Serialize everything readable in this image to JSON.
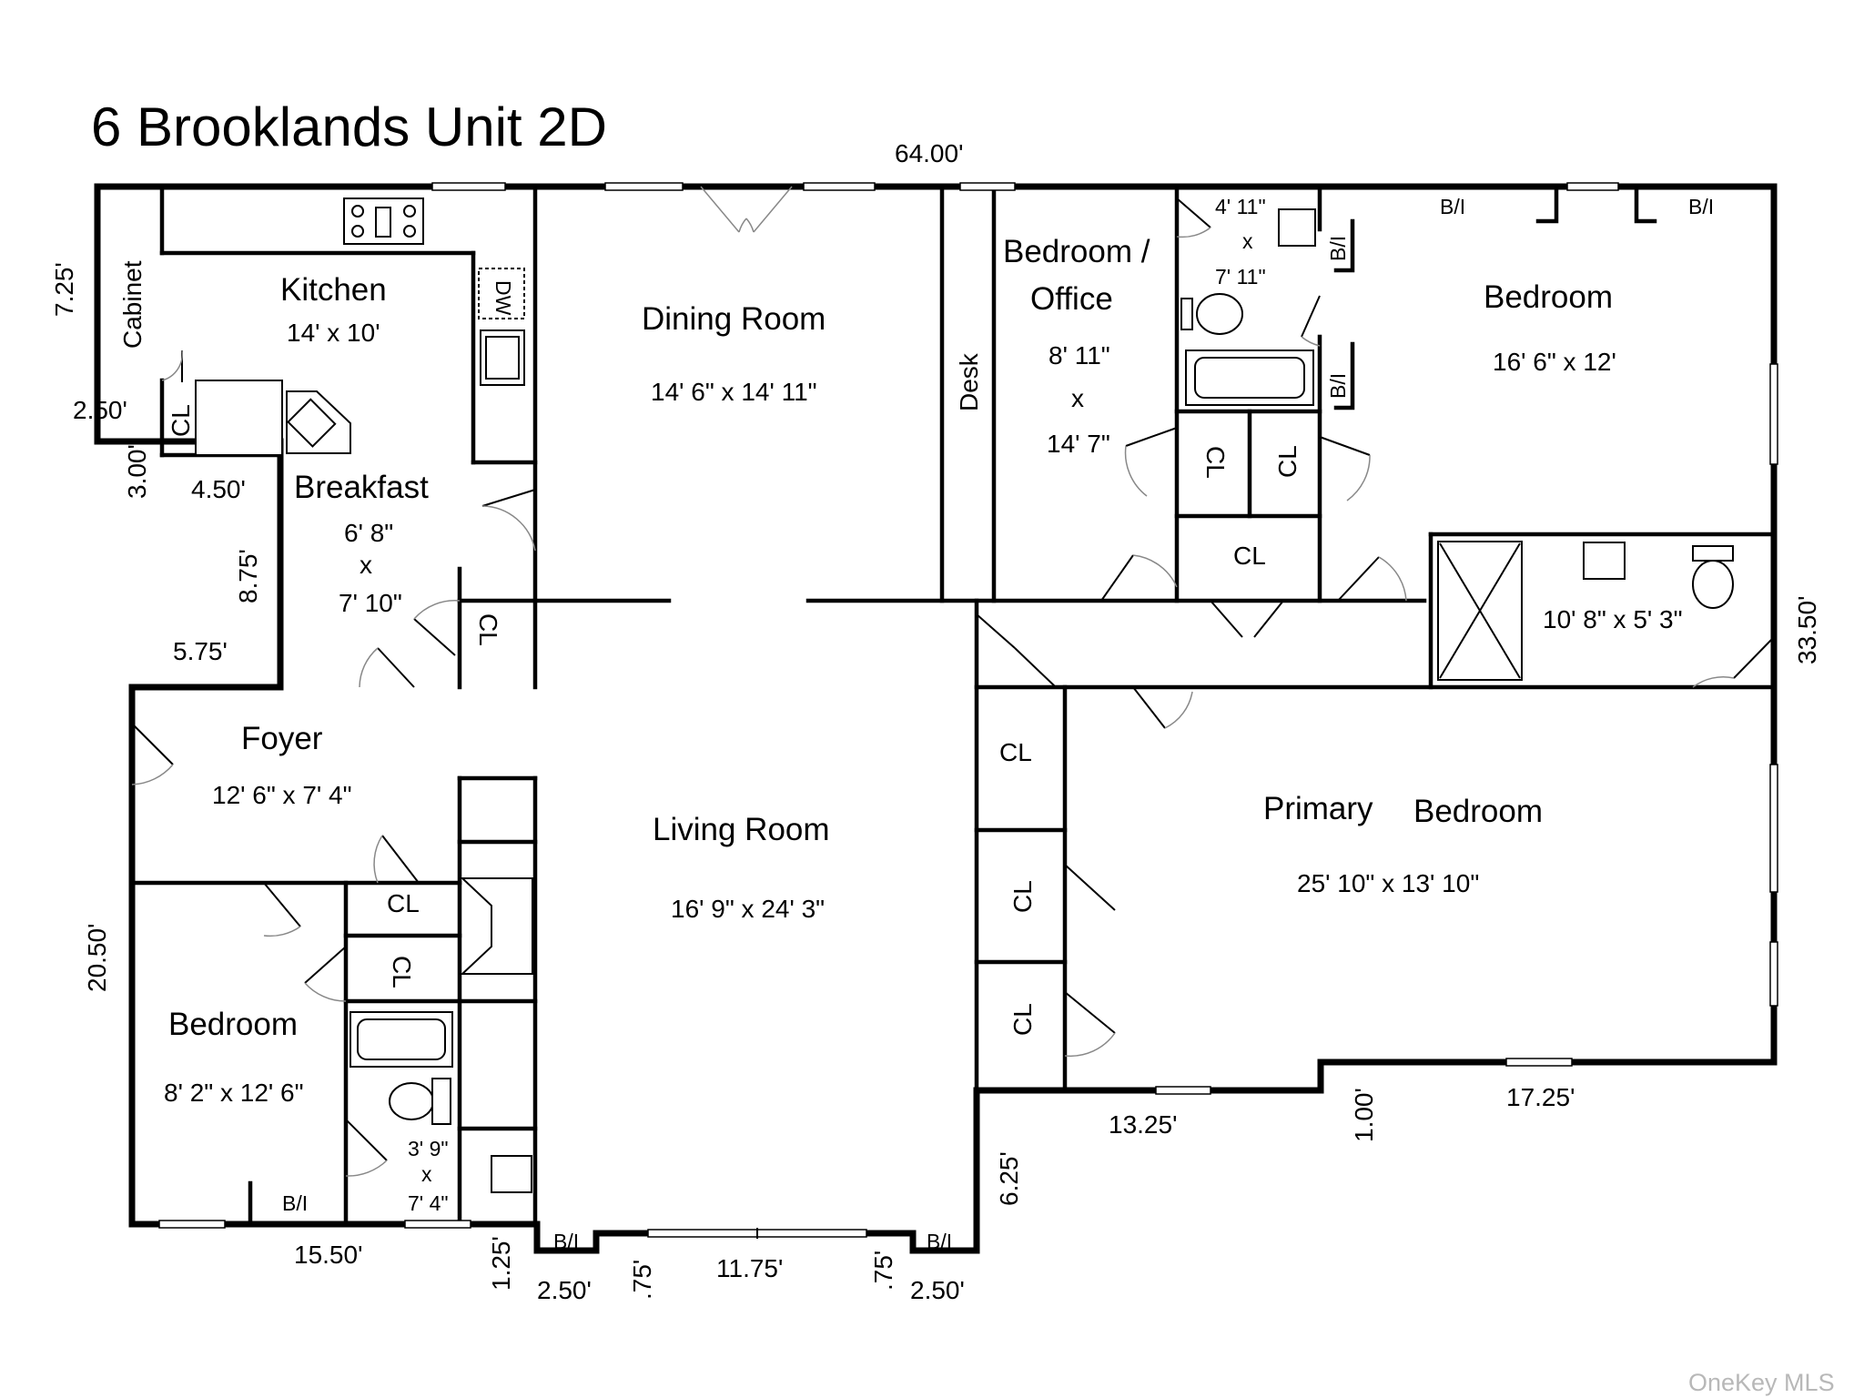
{
  "title": "6 Brooklands Unit 2D",
  "watermark": "OneKey MLS",
  "rooms": {
    "kitchen": {
      "name": "Kitchen",
      "size": "14' x 10'"
    },
    "dining": {
      "name": "Dining Room",
      "size": "14' 6\" x 14' 11\""
    },
    "office": {
      "name_line1": "Bedroom /",
      "name_line2": "Office",
      "size_line1": "8' 11\"",
      "size_x": "x",
      "size_line2": "14' 7\""
    },
    "bath_top": {
      "size_line1": "4' 11\"",
      "size_x": "x",
      "size_line2": "7' 11\""
    },
    "bedroom_ne": {
      "name": "Bedroom",
      "size": "16' 6\" x 12'"
    },
    "breakfast": {
      "name": "Breakfast",
      "size_line1": "6' 8\"",
      "size_x": "x",
      "size_line2": "7' 10\""
    },
    "primary_bath": {
      "size": "10' 8\" x 5' 3\""
    },
    "foyer": {
      "name": "Foyer",
      "size": "12' 6\" x 7' 4\""
    },
    "living": {
      "name": "Living Room",
      "size": "16' 9\" x 24' 3\""
    },
    "primary": {
      "name_1": "Primary",
      "name_2": "Bedroom",
      "size": "25' 10\" x 13' 10\""
    },
    "bedroom_sw": {
      "name": "Bedroom",
      "size": "8' 2\" x 12' 6\""
    },
    "bath_sw": {
      "size_line1": "3' 9\"",
      "size_x": "x",
      "size_line2": "7' 4\""
    }
  },
  "fixtures": {
    "cabinet": "Cabinet",
    "desk": "Desk",
    "cl": "CL",
    "bi": "B/I",
    "dw": "DW"
  },
  "dimensions": {
    "top": "64.00'",
    "d725": "7.25'",
    "d250_left": "2.50'",
    "d300": "3.00'",
    "d450": "4.50'",
    "d875": "8.75'",
    "d575": "5.75'",
    "d2050": "20.50'",
    "d1550": "15.50'",
    "d125": "1.25'",
    "d250_b1": "2.50'",
    "d75_a": ".75'",
    "d1175": "11.75'",
    "d75_b": ".75'",
    "d250_b2": "2.50'",
    "d625": "6.25'",
    "d1325": "13.25'",
    "d100": "1.00'",
    "d1725": "17.25'",
    "d3350": "33.50'"
  }
}
